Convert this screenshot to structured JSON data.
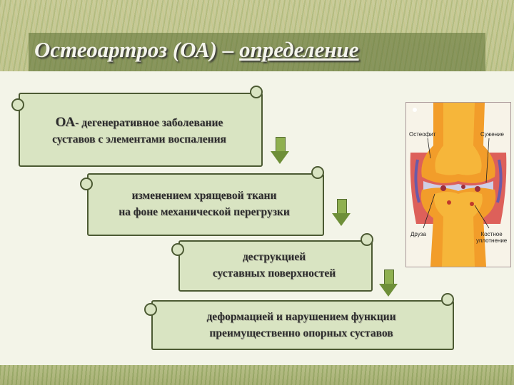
{
  "slide": {
    "title": "Остеоартроз (ОА) – ",
    "title_emphasis": "определение"
  },
  "boxes": [
    {
      "lead": "ОА",
      "line1": "- дегенеративное заболевание",
      "line2": "суставов с элементами воспаления"
    },
    {
      "line1": "изменением хрящевой ткани",
      "line2": "на фоне механической перегрузки"
    },
    {
      "line1": "деструкцией",
      "line2": "суставных поверхностей"
    },
    {
      "line1": "деформацией и нарушением функции",
      "line2": "преимущественно опорных суставов"
    }
  ],
  "illustration": {
    "labels": {
      "osteophyte": "Остеофит",
      "narrowing": "Сужение",
      "druse": "Друза",
      "bone_line1": "Костное",
      "bone_line2": "уплотнение"
    }
  }
}
